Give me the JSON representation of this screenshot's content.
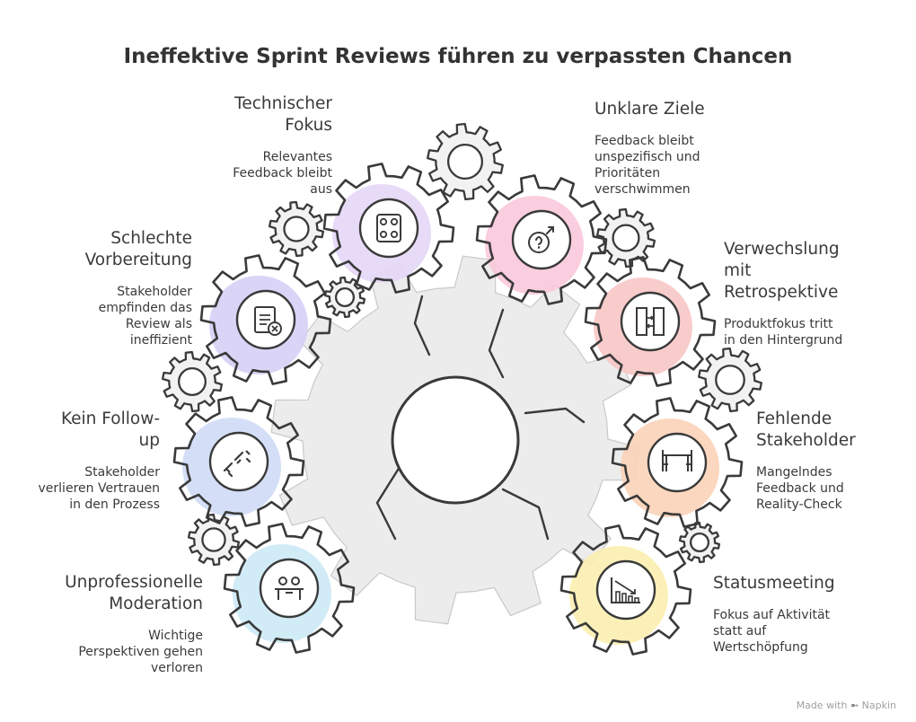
{
  "title": "Ineffektive Sprint Reviews führen zu verpassten Chancen",
  "items": [
    {
      "id": "technischer-fokus",
      "heading": "Technischer\nFokus",
      "description": "Relevantes\nFeedback bleibt\naus",
      "color": "#e4d7f7",
      "icon": "circuit-board-icon"
    },
    {
      "id": "unklare-ziele",
      "heading": "Unklare Ziele",
      "description": "Feedback bleibt\nunspezifisch und\nPrioritäten\nverschwimmen",
      "color": "#f9c9dc",
      "icon": "question-arrow-icon"
    },
    {
      "id": "schlechte-vorbereitung",
      "heading": "Schlechte\nVorbereitung",
      "description": "Stakeholder\nempfinden das\nReview als\nineffizient",
      "color": "#d6cff6",
      "icon": "clipboard-x-icon"
    },
    {
      "id": "verwechslung",
      "heading": "Verwechslung\nmit\nRetrospektive",
      "description": "Produktfokus tritt\nin den Hintergrund",
      "color": "#f8c7c7",
      "icon": "swap-panels-icon"
    },
    {
      "id": "kein-follow-up",
      "heading": "Kein Follow-\nup",
      "description": "Stakeholder\nverlieren Vertrauen\nin den Prozess",
      "color": "#cfdcf6",
      "icon": "broken-chain-icon"
    },
    {
      "id": "fehlende-stakeholder",
      "heading": "Fehlende\nStakeholder",
      "description": "Mangelndes\nFeedback und\nReality-Check",
      "color": "#fbd3b8",
      "icon": "empty-table-icon"
    },
    {
      "id": "unprofessionelle-moderation",
      "heading": "Unprofessionelle\nModeration",
      "description": "Wichtige\nPerspektiven gehen\nverloren",
      "color": "#cdeaf6",
      "icon": "meeting-people-icon"
    },
    {
      "id": "statusmeeting",
      "heading": "Statusmeeting",
      "description": "Fokus auf Aktivität\nstatt auf\nWertschöpfung",
      "color": "#fbefb0",
      "icon": "declining-chart-icon"
    }
  ],
  "footer": {
    "text": "Made with",
    "brand": "Napkin"
  }
}
